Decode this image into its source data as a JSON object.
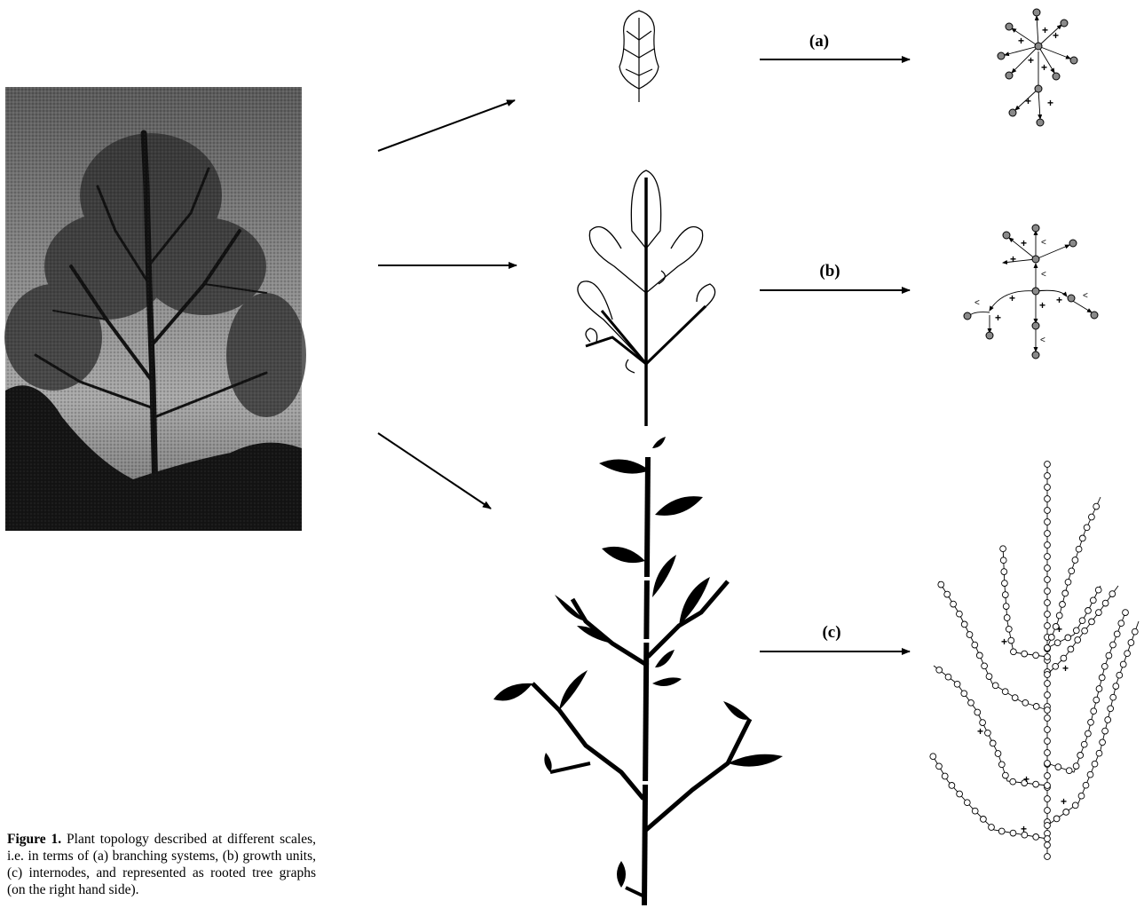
{
  "labels": {
    "a": "(a)",
    "b": "(b)",
    "c": "(c)"
  },
  "graph_symbols": {
    "plus": "+",
    "less": "<"
  },
  "caption": {
    "title": "Figure 1.",
    "text": "Plant topology described at different scales, i.e. in terms of (a) branching systems, (b) growth units, (c) internodes, and represented as rooted tree graphs (on the right hand side)."
  },
  "colors": {
    "ink": "#000000",
    "photo_dark": "#1e1e1e",
    "photo_sky": "#9a9a9a",
    "node_fill": "#8a8a8a"
  }
}
